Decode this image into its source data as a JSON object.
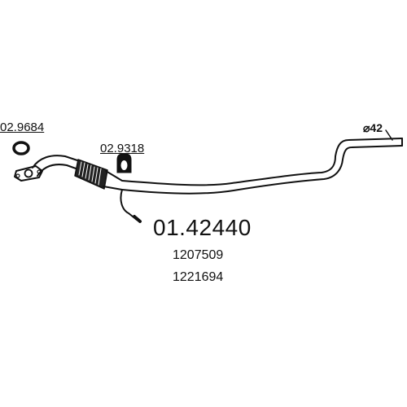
{
  "diagram": {
    "part_number": "01.42440",
    "oem_numbers": [
      "1207509",
      "1221694"
    ],
    "parts": {
      "ring_reference": "02.9684",
      "hanger_reference": "02.9318"
    },
    "pipe_diameter": "⌀42",
    "icons": {
      "ring": "gasket-ring-icon",
      "hanger": "rubber-hanger-icon",
      "pipe": "exhaust-pipe-icon"
    },
    "colors": {
      "line": "#111111",
      "background": "#ffffff"
    }
  }
}
